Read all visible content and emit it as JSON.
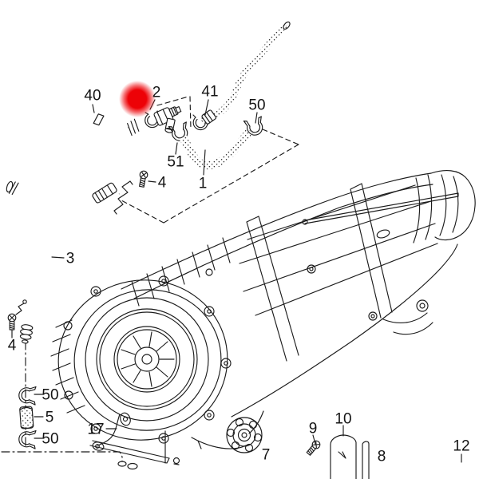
{
  "diagram": {
    "kind": "exploded-parts-diagram",
    "background_color": "#ffffff",
    "line_color": "#1c1c1c",
    "highlight": {
      "part_number": "2",
      "color": "#ed0207"
    },
    "callouts": [
      {
        "number": "40"
      },
      {
        "number": "2"
      },
      {
        "number": "41"
      },
      {
        "number": "50"
      },
      {
        "number": "51"
      },
      {
        "number": "1"
      },
      {
        "number": "4"
      },
      {
        "number": "3"
      },
      {
        "number": "4"
      },
      {
        "number": "50"
      },
      {
        "number": "5"
      },
      {
        "number": "50"
      },
      {
        "number": "17"
      },
      {
        "number": "7"
      },
      {
        "number": "9"
      },
      {
        "number": "10"
      },
      {
        "number": "8"
      },
      {
        "number": "12"
      }
    ]
  }
}
